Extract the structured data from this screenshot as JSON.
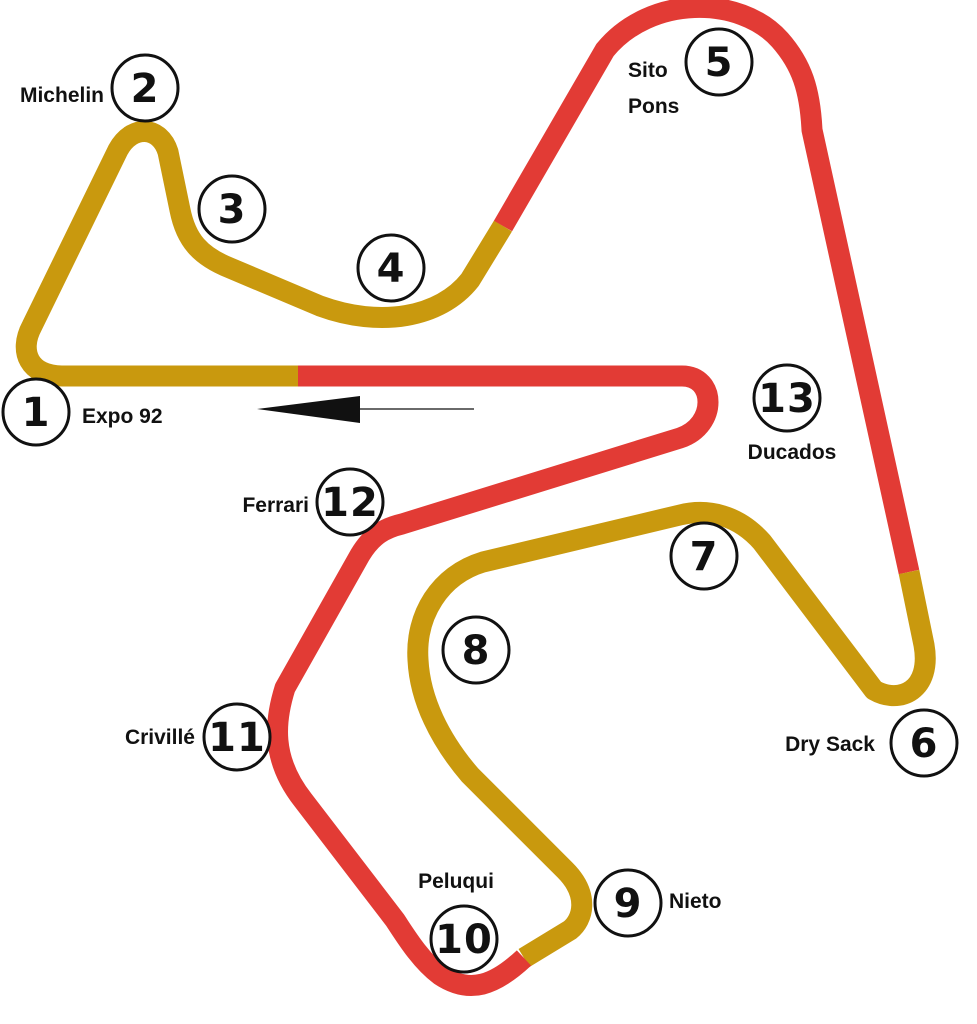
{
  "colors": {
    "slow_sector": "#C9990E",
    "fast_sector": "#E23B35",
    "marker": "#111111"
  },
  "corners": [
    {
      "number": "1",
      "name": "Expo 92"
    },
    {
      "number": "2",
      "name": "Michelin"
    },
    {
      "number": "3",
      "name": ""
    },
    {
      "number": "4",
      "name": ""
    },
    {
      "number": "5",
      "name_line1": "Sito",
      "name_line2": "Pons"
    },
    {
      "number": "6",
      "name": "Dry Sack"
    },
    {
      "number": "7",
      "name": ""
    },
    {
      "number": "8",
      "name": ""
    },
    {
      "number": "9",
      "name": "Nieto"
    },
    {
      "number": "10",
      "name": "Peluqui"
    },
    {
      "number": "11",
      "name": "Crivillé"
    },
    {
      "number": "12",
      "name": "Ferrari"
    },
    {
      "number": "13",
      "name": "Ducados"
    }
  ],
  "direction_arrow": {
    "icon": "direction-arrow-icon",
    "points": "left"
  }
}
